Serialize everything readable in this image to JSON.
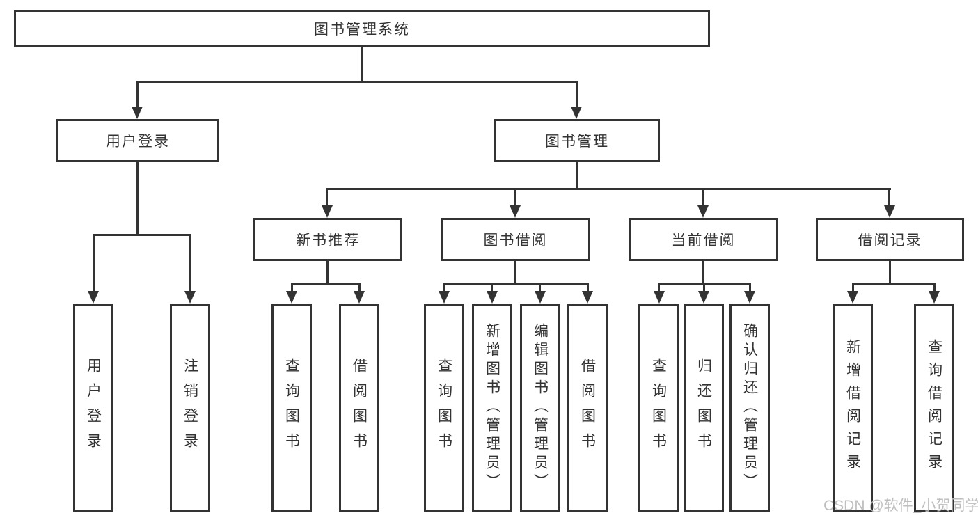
{
  "watermark": "CSDN @软件_小贺同学",
  "colors": {
    "line": "#333333",
    "text": "#333333",
    "background": "#ffffff",
    "watermark": "#bababa"
  },
  "nodes": {
    "root": {
      "label": "图书管理系统"
    },
    "user_login": {
      "label": "用户登录",
      "children": [
        {
          "label": "用户登录"
        },
        {
          "label": "注销登录"
        }
      ]
    },
    "book_mgmt": {
      "label": "图书管理"
    },
    "new_book_rec": {
      "label": "新书推荐",
      "children": [
        {
          "label": "查询图书"
        },
        {
          "label": "借阅图书"
        }
      ]
    },
    "book_borrow": {
      "label": "图书借阅",
      "children": [
        {
          "label": "查询图书"
        },
        {
          "label": "新增图书（管理员）"
        },
        {
          "label": "编辑图书（管理员）"
        },
        {
          "label": "借阅图书"
        }
      ]
    },
    "current_borrow": {
      "label": "当前借阅",
      "children": [
        {
          "label": "查询图书"
        },
        {
          "label": "归还图书"
        },
        {
          "label": "确认归还（管理员）"
        }
      ]
    },
    "borrow_records": {
      "label": "借阅记录",
      "children": [
        {
          "label": "新增借阅记录"
        },
        {
          "label": "查询借阅记录"
        }
      ]
    }
  }
}
